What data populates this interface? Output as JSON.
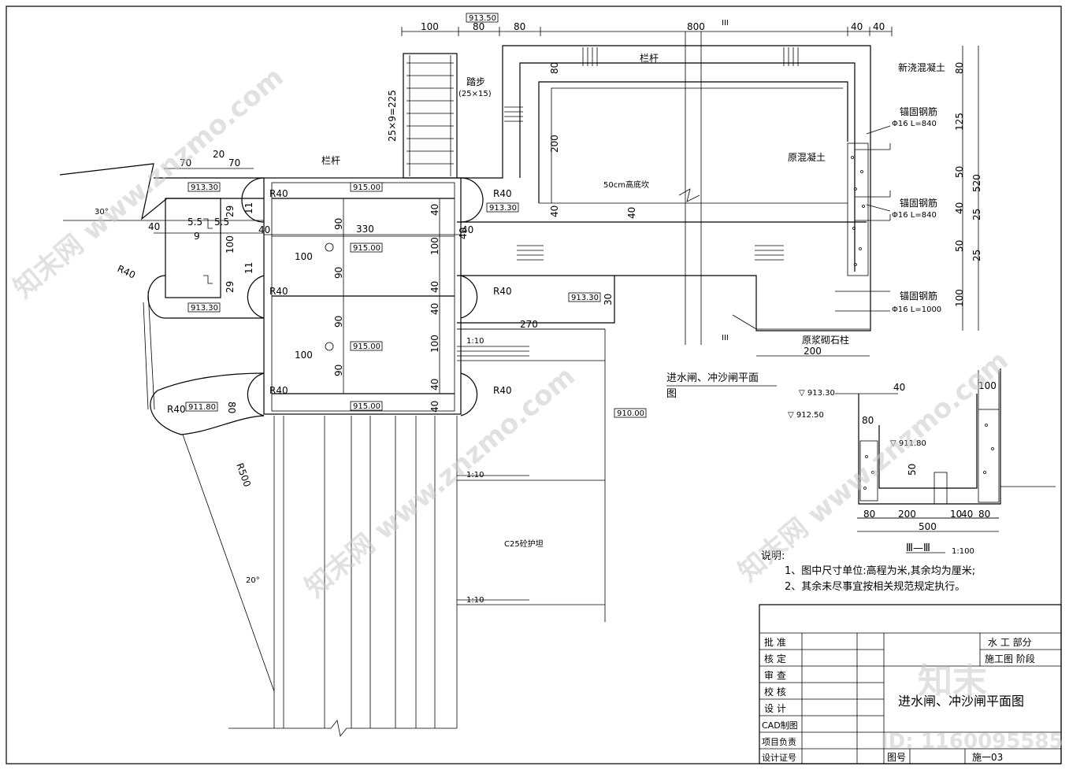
{
  "drawing": {
    "section_marker": "III",
    "labels": {
      "railing_top": "栏杆",
      "railing_left": "栏杆",
      "steps": "踏步",
      "steps_size": "(25×15)",
      "stairs_height": "25×9=225",
      "new_concrete": "新浇混凝土",
      "old_concrete": "原混凝土",
      "anchor_1": "锚固钢筋",
      "anchor_1_spec": "Φ16 L=840",
      "anchor_2": "锚固钢筋",
      "anchor_2_spec": "Φ16 L=840",
      "anchor_3": "锚固钢筋",
      "anchor_3_spec": "Φ16 L=1000",
      "sill": "50cm高底坎",
      "masonry_column": "原浆砌石柱",
      "apron": "C25砼护坦",
      "slope_1": "1:10",
      "slope_2": "1:10",
      "slope_3": "1:10",
      "angle_30": "30°",
      "angle_20": "20°",
      "plan_title": "进水闸、冲沙闸平面",
      "plan_title_2": "图",
      "section_title": "Ⅲ—Ⅲ",
      "section_scale": "1:100"
    },
    "elevations": {
      "top": "913.50",
      "left_top": "913.30",
      "left_bottom": "913.30",
      "gate_top": "915.00",
      "gate_mid1": "915.00",
      "gate_mid2": "915.00",
      "gate_bottom": "915.00",
      "right_a": "913.30",
      "right_b": "913.30",
      "left_low": "911.80",
      "apron": "910.00",
      "sec_1": "913.30",
      "sec_2": "912.50",
      "sec_3": "911.80"
    },
    "radii": {
      "r1": "R40",
      "r2": "R40",
      "r3": "R40",
      "r4": "R40",
      "r5": "R40",
      "r6": "R40",
      "r7": "R40",
      "r8": "R40",
      "r500": "R500"
    },
    "dimensions": {
      "top_100": "100",
      "top_80a": "80",
      "top_80b": "80",
      "top_800": "800",
      "top_40a": "40",
      "top_40b": "40",
      "left_70a": "70",
      "left_20": "20",
      "left_70b": "70",
      "w330": "330",
      "l40a": "40",
      "l40b": "40",
      "l40c": "40",
      "h90a": "90",
      "h90b": "90",
      "h90c": "90",
      "h90d": "90",
      "d100a": "100",
      "d100b": "100",
      "v100a": "100",
      "v100b": "100",
      "v40a": "40",
      "v40b": "40",
      "v40c": "40",
      "v40d": "40",
      "v40e": "40",
      "v40f": "40",
      "s55a": "5.5",
      "s55b": "5.5",
      "s9": "9",
      "s29a": "29",
      "s29b": "29",
      "s11a": "11",
      "s11b": "11",
      "s100": "100",
      "h80": "80",
      "h200": "200",
      "h40a": "40",
      "h40b": "40",
      "w270": "270",
      "h30": "30",
      "w200": "200",
      "v80": "80",
      "r80": "80",
      "r125": "125",
      "r50a": "50",
      "r50b": "50",
      "r40": "40",
      "r25a": "25",
      "r25b": "25",
      "r100": "100",
      "r520": "520",
      "sec_40": "40",
      "sec_80": "80",
      "sec_50": "50",
      "sec_100": "100",
      "sec_b80a": "80",
      "sec_b200": "200",
      "sec_b10": "10",
      "sec_b40": "40",
      "sec_b80b": "80",
      "sec_b500": "500"
    },
    "notes": {
      "heading": "说明:",
      "line1": "1、图中尺寸单位:高程为米,其余均为厘米;",
      "line2": "2、其余未尽事宜按相关规范规定执行。"
    }
  },
  "title_block": {
    "roles": [
      "批  准",
      "核  定",
      "审  查",
      "校  核",
      "设  计",
      "CAD制图",
      "项目负责",
      "设计证号"
    ],
    "department": "水    工  部分",
    "stage": "施工图  阶段",
    "drawing_name": "进水闸、冲沙闸平面图",
    "drawing_no_label": "图号",
    "drawing_no": "施一03"
  },
  "watermark": {
    "brand": "知末网 www.znzmo.com",
    "logo": "知末",
    "id": "ID: 1160095585"
  }
}
